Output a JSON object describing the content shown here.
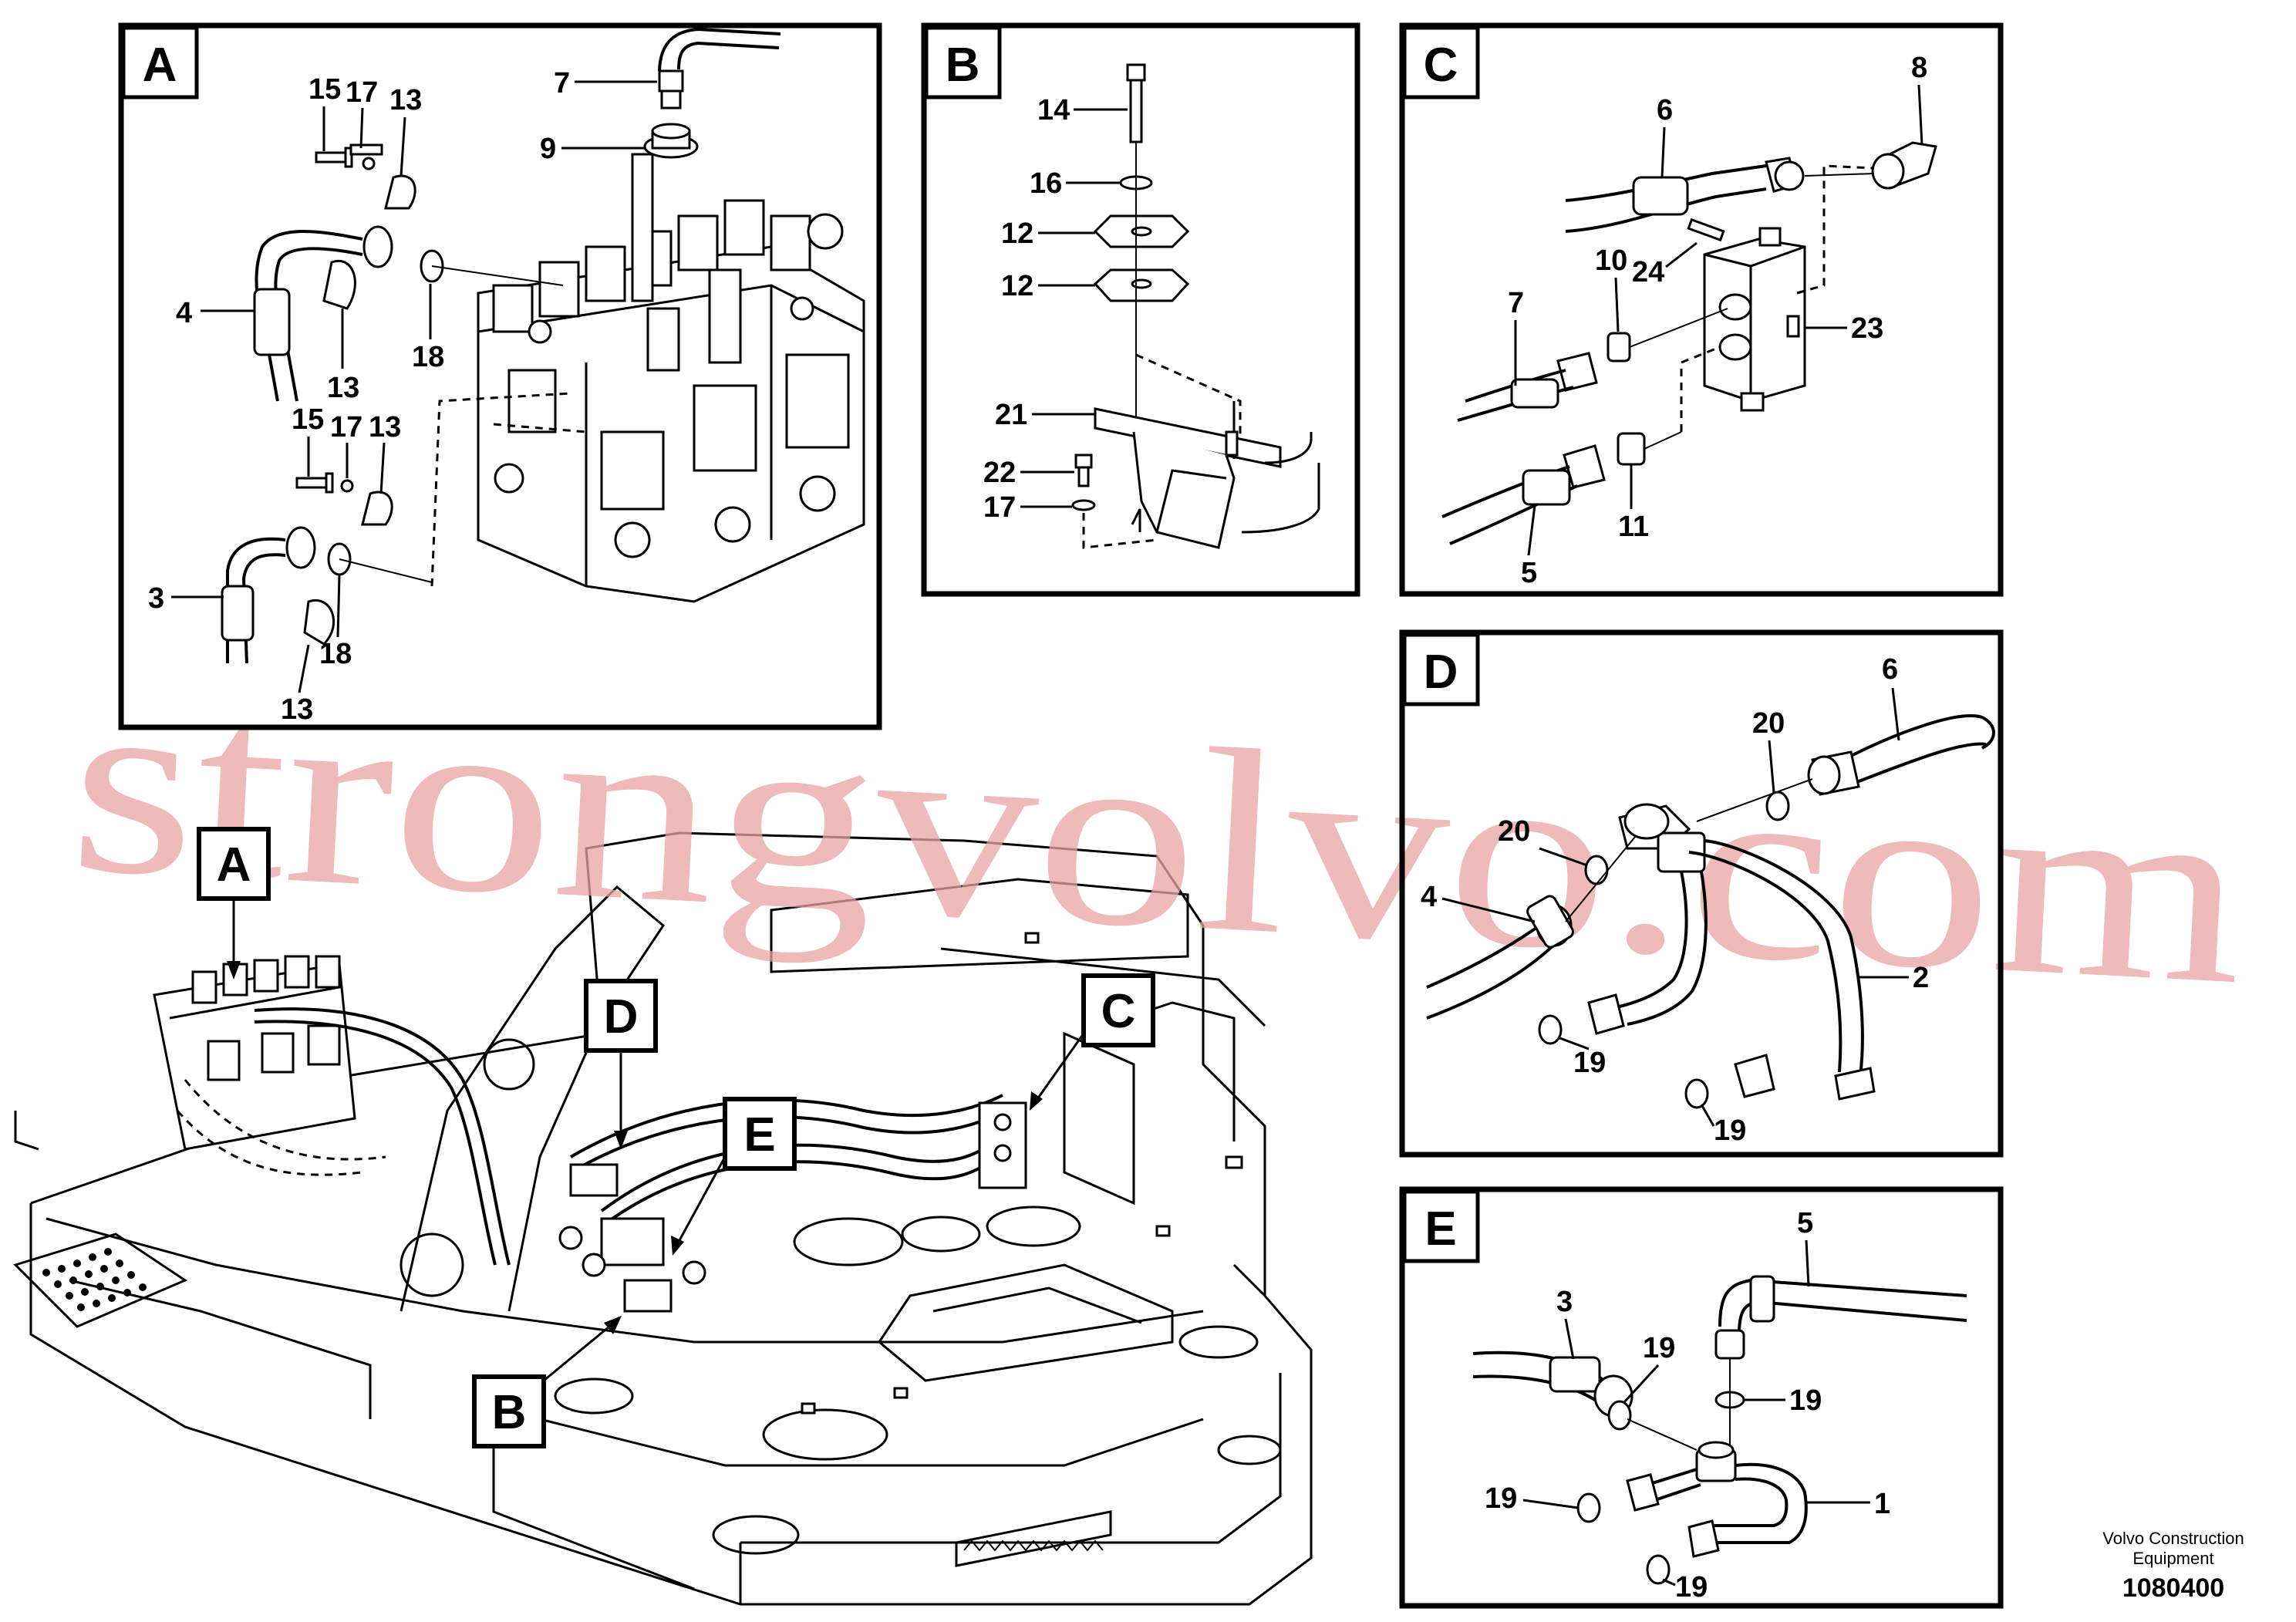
{
  "panels": {
    "A": {
      "label": "A",
      "callouts": {
        "c7": "7",
        "c9": "9",
        "c15a": "15",
        "c17a": "17",
        "c13a": "13",
        "c4": "4",
        "c13b": "13",
        "c18a": "18",
        "c15b": "15",
        "c17b": "17",
        "c13c": "13",
        "c3": "3",
        "c18b": "18",
        "c13d": "13"
      }
    },
    "B": {
      "label": "B",
      "callouts": {
        "c14": "14",
        "c16": "16",
        "c12a": "12",
        "c12b": "12",
        "c21": "21",
        "c22": "22",
        "c17": "17"
      }
    },
    "C": {
      "label": "C",
      "callouts": {
        "c8": "8",
        "c6": "6",
        "c10": "10",
        "c24": "24",
        "c7": "7",
        "c23": "23",
        "c5": "5",
        "c11": "11"
      }
    },
    "D": {
      "label": "D",
      "callouts": {
        "c6": "6",
        "c20a": "20",
        "c20b": "20",
        "c4": "4",
        "c2": "2",
        "c19a": "19",
        "c19b": "19"
      }
    },
    "E": {
      "label": "E",
      "callouts": {
        "c5": "5",
        "c3": "3",
        "c19a": "19",
        "c19b": "19",
        "c19c": "19",
        "c1": "1",
        "c19d": "19"
      }
    }
  },
  "overview": {
    "labels": {
      "A": "A",
      "B": "B",
      "C": "C",
      "D": "D",
      "E": "E"
    }
  },
  "watermark": "strongvolvo.com",
  "footer": {
    "company_line1": "Volvo Construction",
    "company_line2": "Equipment",
    "drawing_number": "1080400"
  }
}
